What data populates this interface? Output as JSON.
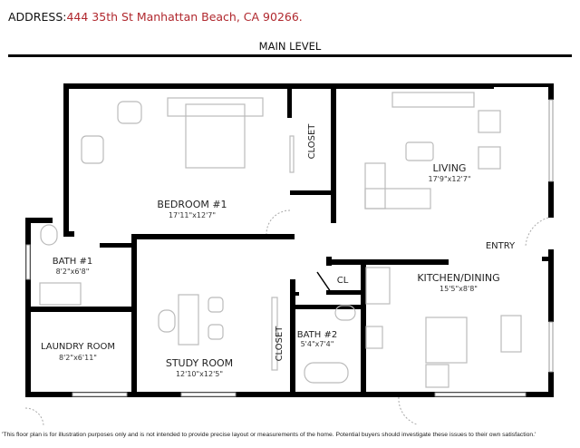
{
  "header": {
    "address_label": "ADDRESS:",
    "address_value": "444 35th St Manhattan Beach, CA 90266.",
    "level_title": "MAIN LEVEL"
  },
  "rooms": {
    "bedroom1": {
      "name": "BEDROOM #1",
      "dims": "17'11\"x12'7\""
    },
    "closet_bed": {
      "name": "CLOSET"
    },
    "living": {
      "name": "LIVING",
      "dims": "17'9\"x12'7\""
    },
    "bath1": {
      "name": "BATH #1",
      "dims": "8'2\"x6'8\""
    },
    "laundry": {
      "name": "LAUNDRY ROOM",
      "dims": "8'2\"x6'11\""
    },
    "study": {
      "name": "STUDY ROOM",
      "dims": "12'10\"x12'5\""
    },
    "closet_study": {
      "name": "CLOSET"
    },
    "bath2": {
      "name": "BATH #2",
      "dims": "5'4\"x7'4\""
    },
    "cl": {
      "name": "CL"
    },
    "kitchen": {
      "name": "KITCHEN/DINING",
      "dims": "15'5\"x8'8\""
    },
    "entry": {
      "name": "ENTRY"
    }
  },
  "disclaimer": "'This floor plan is for illustration purposes only and is not intended to provide precise layout or measurements of the home. Potential buyers should investigate these issues to their own satisfaction.'",
  "colors": {
    "address": "#b0282e",
    "walls": "#000000",
    "furniture": "#bbbbbb"
  }
}
